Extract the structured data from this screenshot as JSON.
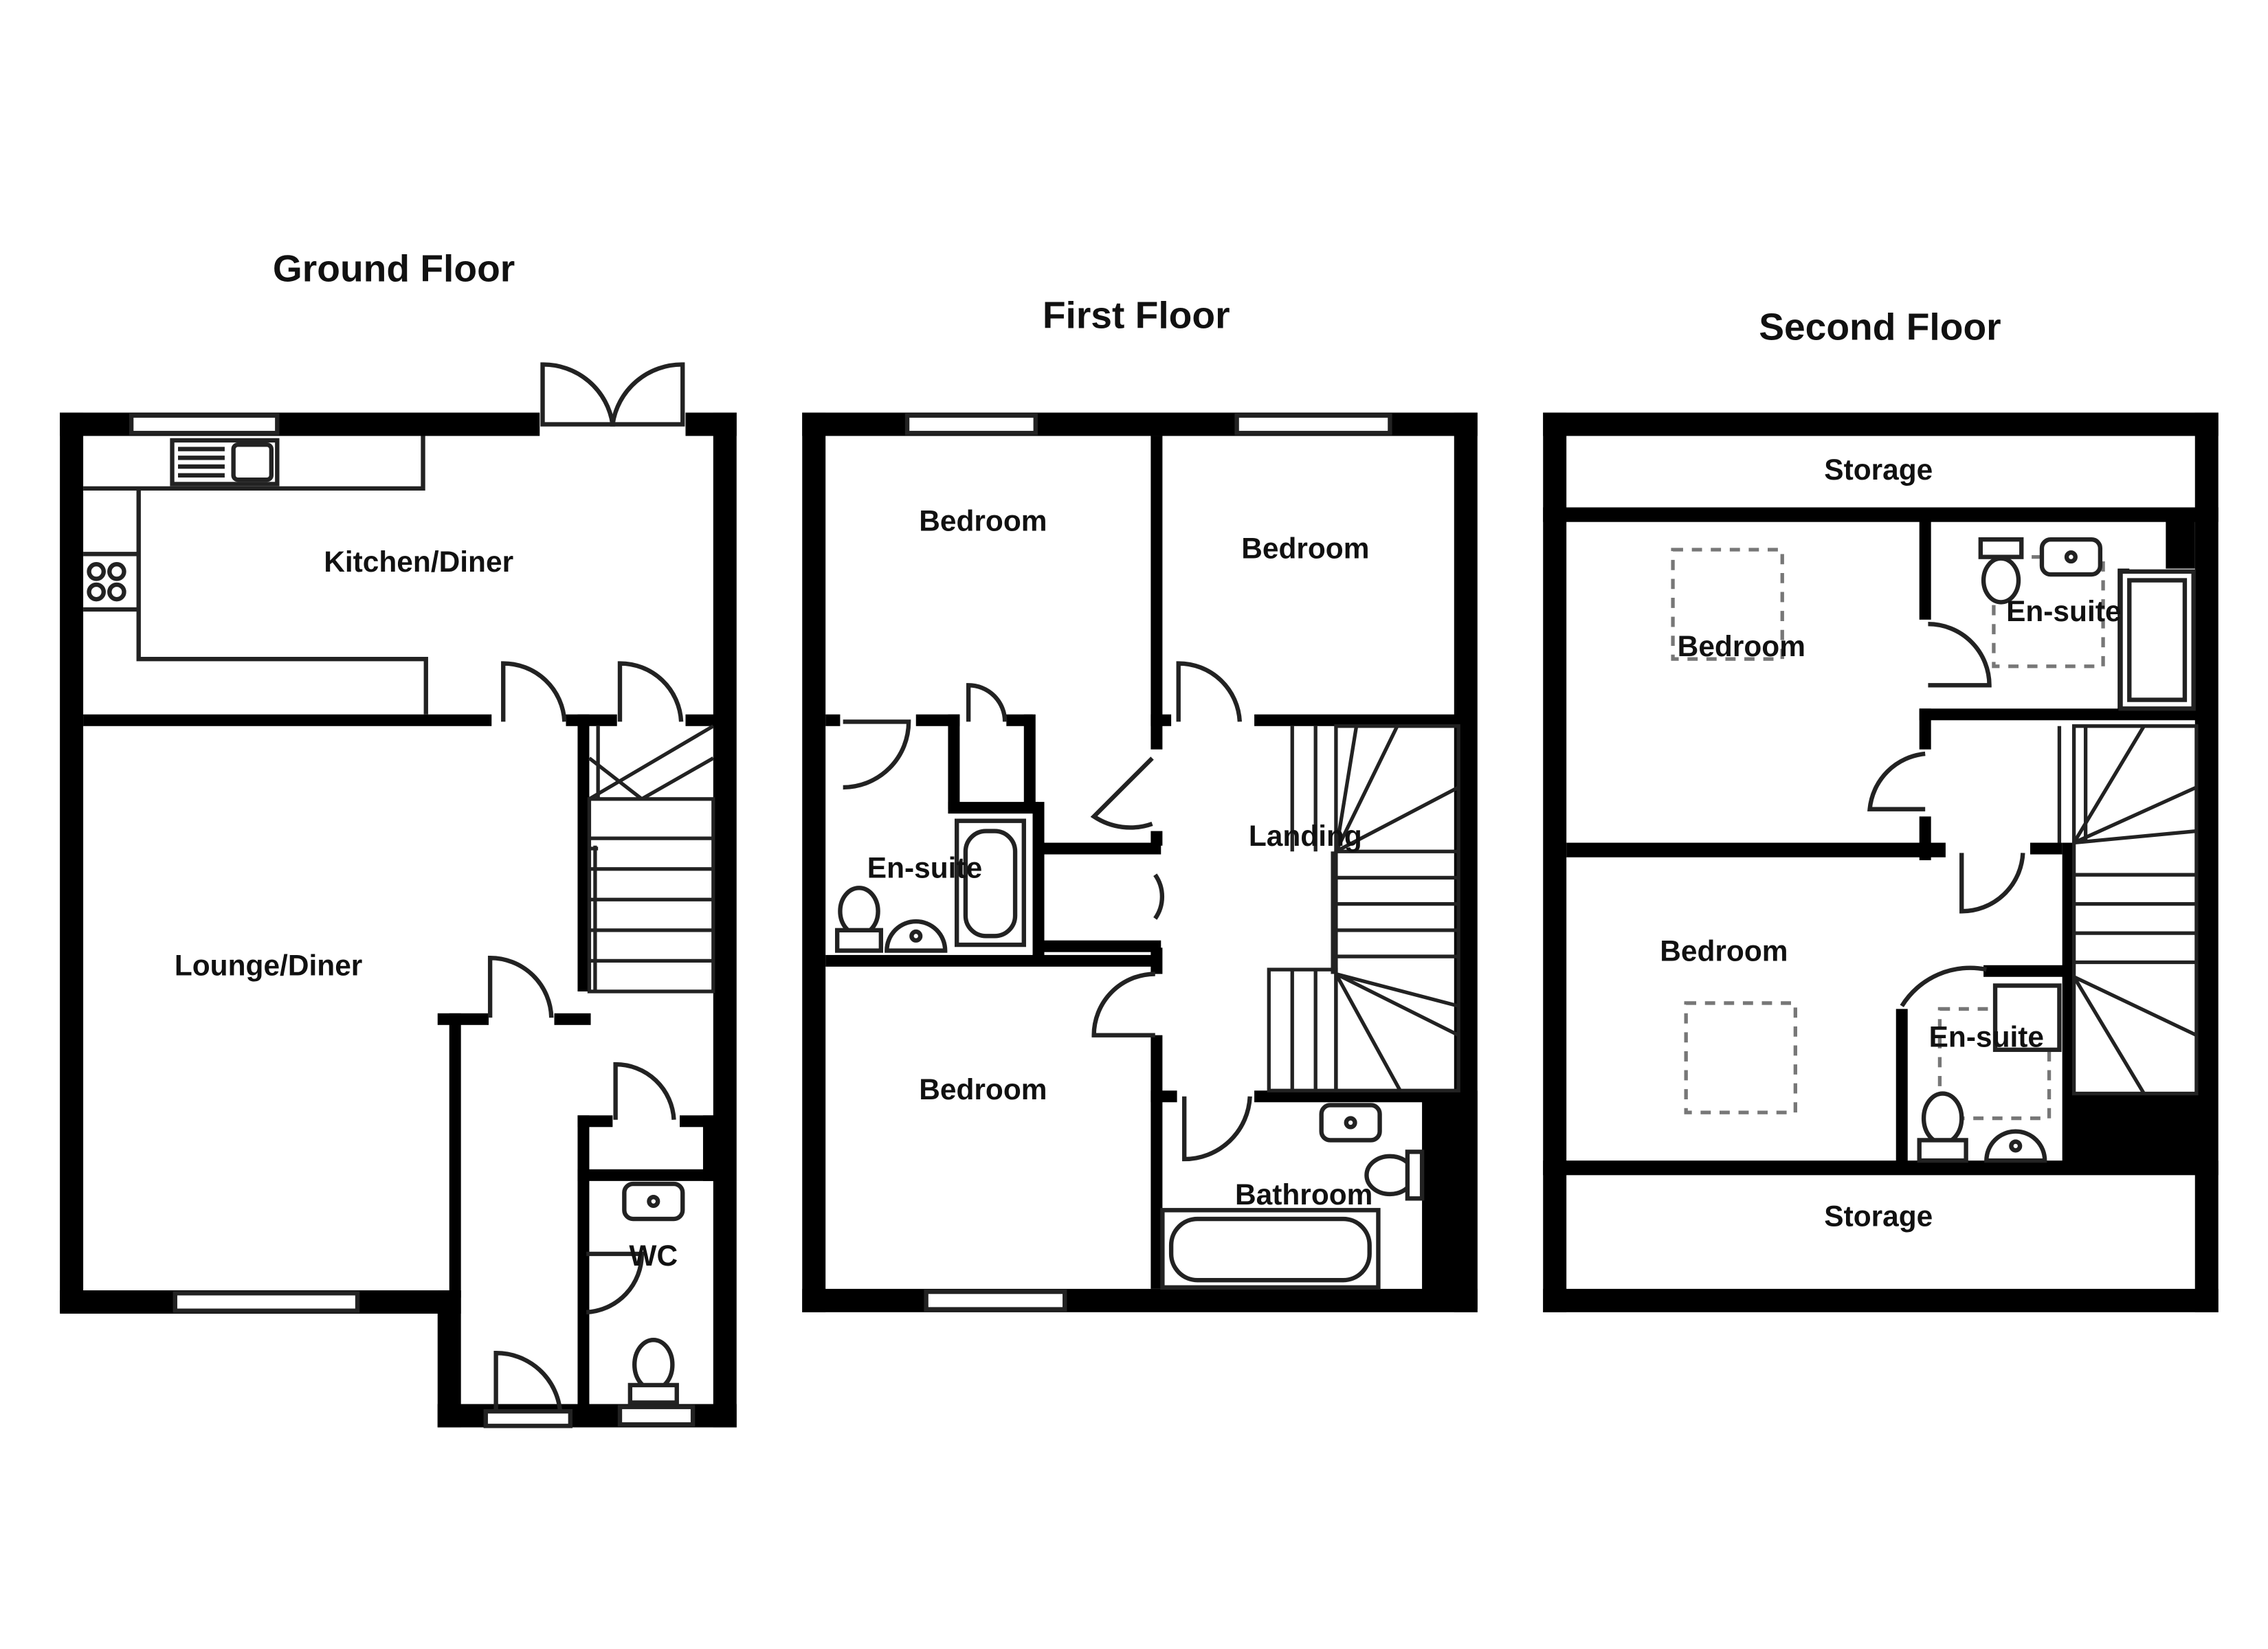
{
  "floors": [
    {
      "id": "ground",
      "title": "Ground Floor",
      "rooms": [
        "Kitchen/Diner",
        "Lounge/Diner",
        "WC"
      ]
    },
    {
      "id": "first",
      "title": "First Floor",
      "rooms": [
        "Bedroom",
        "Bedroom",
        "En-suite",
        "Landing",
        "Bedroom",
        "Bathroom"
      ]
    },
    {
      "id": "second",
      "title": "Second Floor",
      "rooms": [
        "Storage",
        "Bedroom",
        "En-suite",
        "Bedroom",
        "En-suite",
        "Storage"
      ]
    }
  ]
}
